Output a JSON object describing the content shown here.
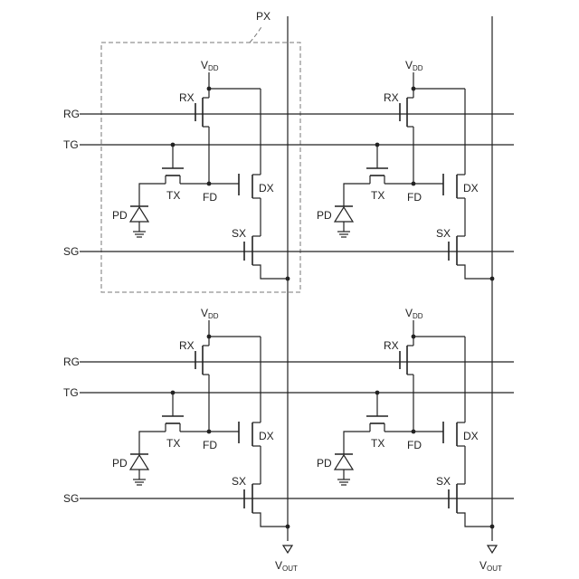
{
  "pixel_label": "PX",
  "rows": [
    {
      "rg_label": "RG",
      "tg_label": "TG",
      "sg_label": "SG"
    },
    {
      "rg_label": "RG",
      "tg_label": "TG",
      "sg_label": "SG"
    }
  ],
  "cell_labels": {
    "vdd_main": "V",
    "vdd_sub": "DD",
    "rx": "RX",
    "tx": "TX",
    "fd": "FD",
    "dx": "DX",
    "sx": "SX",
    "pd": "PD"
  },
  "outputs": [
    {
      "main": "V",
      "sub": "OUT"
    },
    {
      "main": "V",
      "sub": "OUT"
    }
  ],
  "colors": {
    "line": "#222222",
    "dashed_border": "#777777"
  }
}
